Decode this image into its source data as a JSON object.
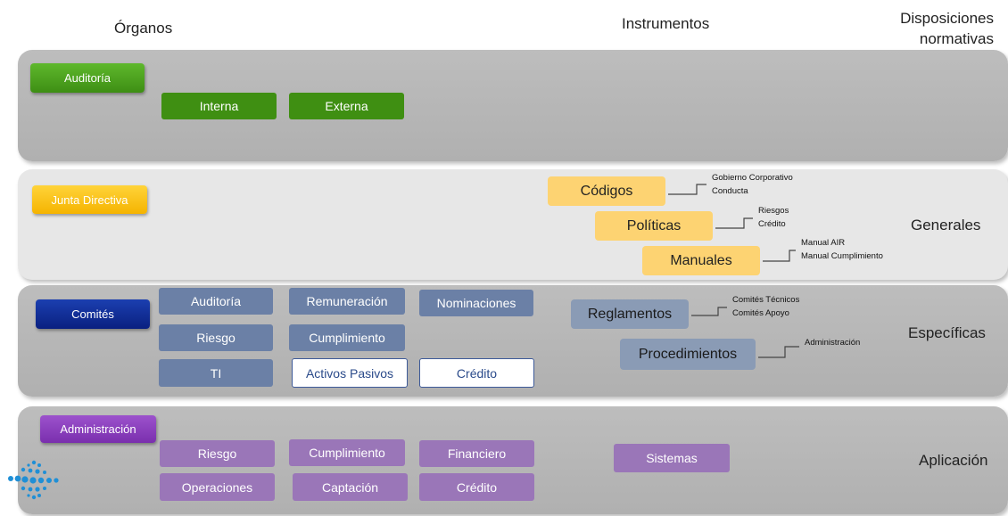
{
  "headers": {
    "organos": "Órganos",
    "instrumentos": "Instrumentos",
    "disposiciones": "Disposiciones normativas"
  },
  "auditoria": {
    "title": "Auditoría",
    "items": [
      "Interna",
      "Externa"
    ]
  },
  "junta": {
    "title": "Junta Directiva",
    "level": "Generales",
    "instruments": [
      {
        "label": "Códigos",
        "notes": [
          "Gobierno Corporativo",
          "Conducta"
        ]
      },
      {
        "label": "Políticas",
        "notes": [
          "Riesgos",
          "Crédito"
        ]
      },
      {
        "label": "Manuales",
        "notes": [
          "Manual AIR",
          "Manual Cumplimiento"
        ]
      }
    ]
  },
  "comites": {
    "title": "Comités",
    "level": "Específicas",
    "items": [
      "Auditoría",
      "Remuneración",
      "Nominaciones",
      "Riesgo",
      "Cumplimiento",
      "TI",
      "Activos Pasivos",
      "Crédito"
    ],
    "instruments": [
      {
        "label": "Reglamentos",
        "notes": [
          "Comités Técnicos",
          "Comités Apoyo"
        ]
      },
      {
        "label": "Procedimientos",
        "notes": [
          "Administración"
        ]
      }
    ]
  },
  "administracion": {
    "title": "Administración",
    "level": "Aplicación",
    "items": [
      "Riesgo",
      "Cumplimiento",
      "Financiero",
      "Operaciones",
      "Captación",
      "Crédito"
    ],
    "instrument": "Sistemas"
  },
  "colors": {
    "auditoria": "#3e8e14",
    "junta": "#f5b400",
    "comites": "#0a2080",
    "administracion": "#7a2fae",
    "logo": "#1f8fd6"
  },
  "logo_icon": "dotted-fish-logo"
}
